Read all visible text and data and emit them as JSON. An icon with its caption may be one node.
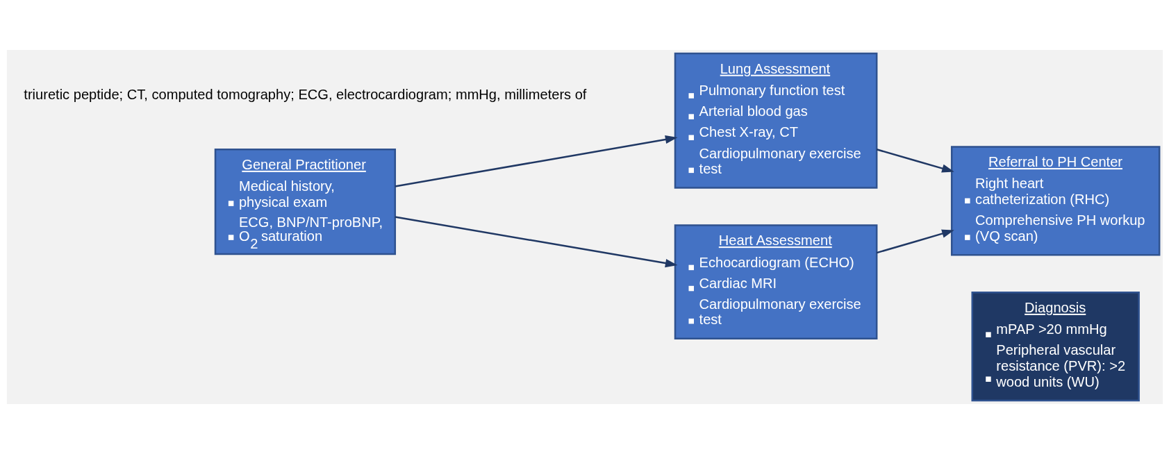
{
  "diagram": {
    "nodes": [
      {
        "text": [
          "General Practitioner",
          "Medical history, physical exam",
          "ECG, BNP/NT-proBNP, O$_{2}$ saturation"
        ]
      },
      {
        "text": [
          "Lung Assessment",
          "Pulmonary function test",
          "Arterial blood gas",
          "Chest X-ray, CT",
          "Cardiopulmonary exercise test"
        ]
      },
      {
        "text": [
          "Heart Assessment",
          "Echocardiogram (ECHO)",
          "Cardiac MRI",
          "Cardiopulmonary exercise test"
        ]
      },
      {
        "text": [
          "Referral to PH Center",
          "Right heart catheterization (RHC)",
          "Comprehensive PH workup (VQ scan)"
        ]
      },
      {
        "text": [
          "Diagnosis",
          "mPAP >20 mmHg",
          "Peripheral vascular resistance (PVR): >2 wood units (WU)"
        ]
      }
    ],
    "edges": [
      {
        "from": 0,
        "to": 1,
        "arrow": "to"
      },
      {
        "from": 0,
        "to": 2,
        "arrow": "to"
      },
      {
        "from": 1,
        "to": 3,
        "arrow": "to"
      },
      {
        "from": 2,
        "to": 3,
        "arrow": "to"
      }
    ],
    "labels": [
      "triuretic peptide; CT, computed tomography; ECG, electrocardiogram; mmHg, millimeters of"
    ]
  }
}
